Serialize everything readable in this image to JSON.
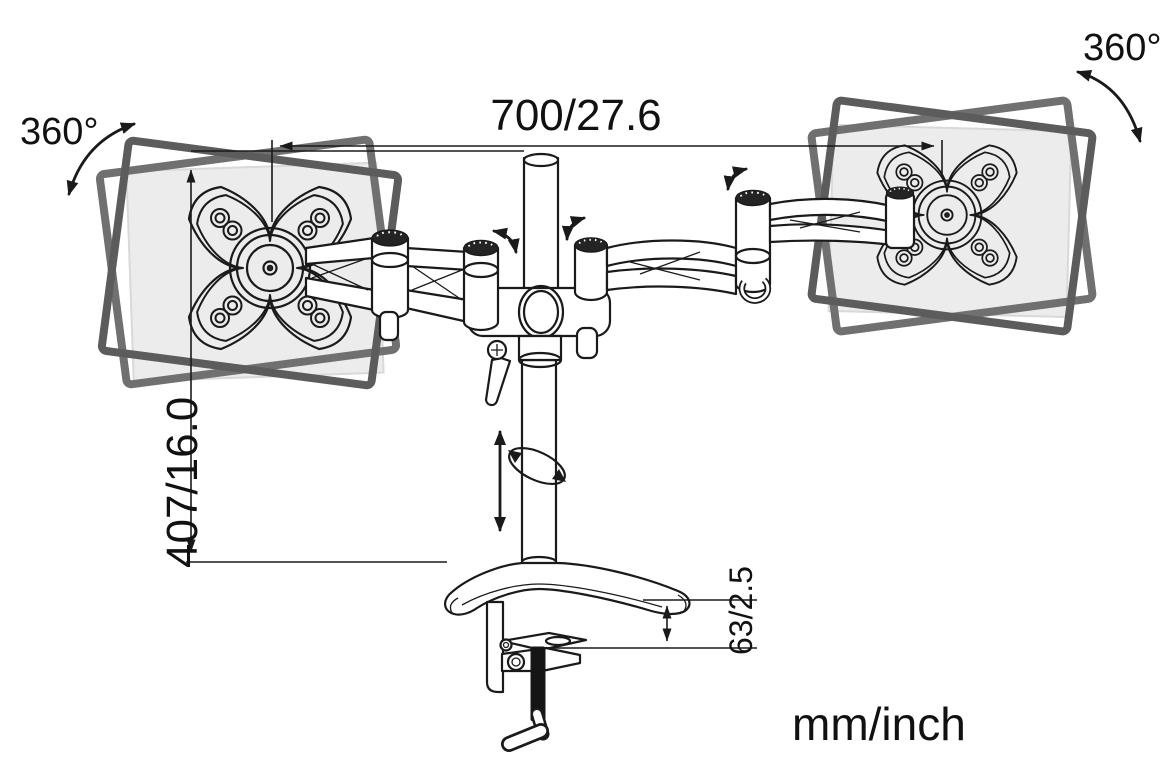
{
  "labels": {
    "swivel_left": "360°",
    "swivel_right": "360°",
    "width_dimension": "700/27.6",
    "height_dimension": "407/16.0",
    "clamp_dimension": "63/2.5",
    "units_note": "mm/inch"
  },
  "dimensions": {
    "arm_span": {
      "mm": 700,
      "inch": 27.6
    },
    "height": {
      "mm": 407,
      "inch": 16.0
    },
    "clamp_range": {
      "mm": 63,
      "inch": 2.5
    },
    "rotation_degrees": 360
  },
  "colors": {
    "ink": "#1a1a1a",
    "screen_fill": "#ececec",
    "frame_gray_light": "#707070",
    "frame_gray_dark": "#5c5c5c",
    "background": "#ffffff"
  }
}
